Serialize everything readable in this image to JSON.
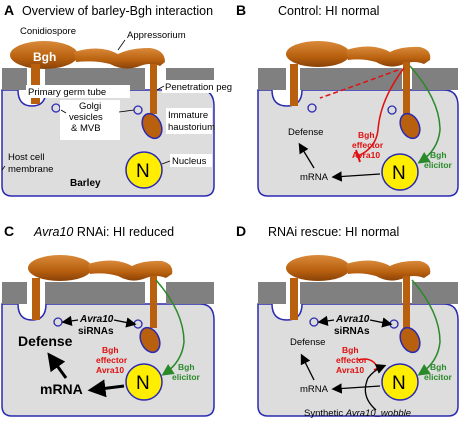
{
  "panels": {
    "A": {
      "letter": "A",
      "title": "Overview of barley-Bgh interaction",
      "conidiospore": "Conidiospore",
      "bgh": "Bgh",
      "appressorium": "Appressorium",
      "primary_germ_tube": "Primary germ tube",
      "penetration_peg": "Penetration peg",
      "golgi_1": "Golgi",
      "golgi_2": "vesicles",
      "golgi_3": "& MVB",
      "immature_1": "Immature",
      "immature_2": "haustorium",
      "nucleus_label": "Nucleus",
      "host_1": "Host cell",
      "host_2": "membrane",
      "barley": "Barley",
      "nucleus": "N"
    },
    "B": {
      "letter": "B",
      "title": "Control: HI normal",
      "defense": "Defense",
      "mrna": "mRNA",
      "effector_1": "Bgh",
      "effector_2": "effector",
      "effector_3": "Avra10",
      "elicitor_1": "Bgh",
      "elicitor_2": "elicitor",
      "nucleus": "N"
    },
    "C": {
      "letter": "C",
      "title_italic": "Avra10",
      "title_rest": " RNAi: HI reduced",
      "sirna_1": "Avra10",
      "sirna_2": "siRNAs",
      "defense": "Defense",
      "mrna": "mRNA",
      "effector_1": "Bgh",
      "effector_2": "effector",
      "effector_3": "Avra10",
      "elicitor_1": "Bgh",
      "elicitor_2": "elicitor",
      "nucleus": "N"
    },
    "D": {
      "letter": "D",
      "title": "RNAi rescue: HI normal",
      "sirna_1": "Avra10",
      "sirna_2": "siRNAs",
      "defense": "Defense",
      "mrna": "mRNA",
      "effector_1": "Bgh",
      "effector_2": "effector",
      "effector_3": "Avra10",
      "elicitor_1": "Bgh",
      "elicitor_2": "elicitor",
      "synthetic_prefix": "Synthetic ",
      "synthetic_italic": "Avra10_wobble",
      "nucleus": "N"
    }
  },
  "colors": {
    "fungus": "#b8600e",
    "cell_fill": "#dddddd",
    "cell_stroke": "#2a2ab0",
    "wall": "#808080",
    "nucleus": "#ffee00",
    "effector": "#e01010",
    "elicitor": "#2a8a2a"
  }
}
